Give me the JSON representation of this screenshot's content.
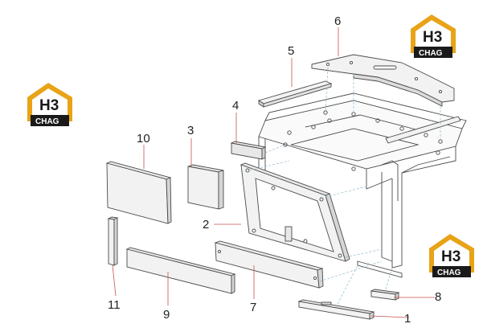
{
  "callouts": {
    "c1": "1",
    "c2": "2",
    "c3": "3",
    "c4": "4",
    "c5": "5",
    "c6": "6",
    "c7": "7",
    "c8": "8",
    "c9": "9",
    "c10": "10",
    "c11": "11"
  },
  "logo": {
    "mark": "H3",
    "text": "CHAG",
    "colors": {
      "gold": "#e8a317",
      "dark": "#1a1a1a",
      "white": "#ffffff"
    }
  },
  "colors": {
    "part_fill": "#f2f2f2",
    "part_stroke": "#4a4a4a",
    "leader": "#8fb8d0",
    "number": "#222222"
  }
}
